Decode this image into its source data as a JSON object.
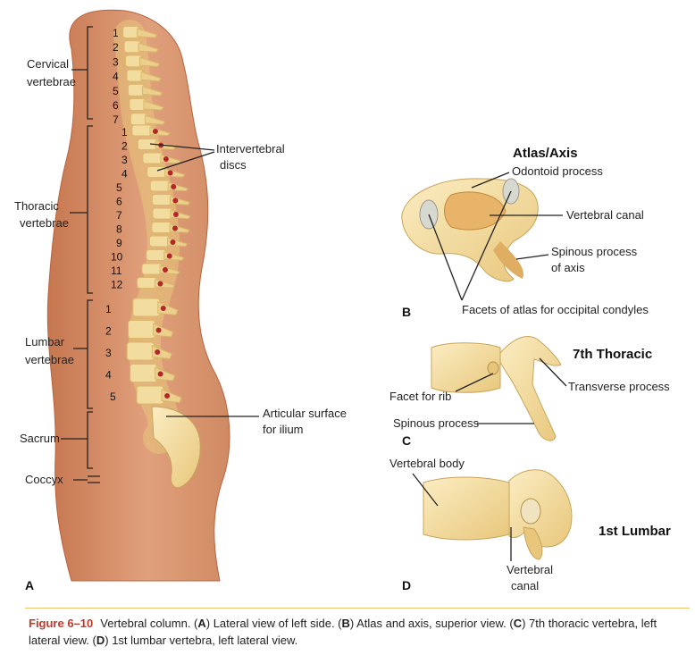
{
  "panel_a": {
    "letter": "A",
    "region_labels": {
      "cervical": [
        "Cervical",
        "vertebrae"
      ],
      "thoracic": [
        "Thoracic",
        "vertebrae"
      ],
      "lumbar": [
        "Lumbar",
        "vertebrae"
      ],
      "sacrum": "Sacrum",
      "coccyx": "Coccyx"
    },
    "cervical_numbers": [
      "1",
      "2",
      "3",
      "4",
      "5",
      "6",
      "7"
    ],
    "thoracic_numbers": [
      "1",
      "2",
      "3",
      "4",
      "5",
      "6",
      "7",
      "8",
      "9",
      "10",
      "11",
      "12"
    ],
    "lumbar_numbers": [
      "1",
      "2",
      "3",
      "4",
      "5"
    ],
    "intervertebral_label": [
      "Intervertebral",
      "discs"
    ],
    "articular_label": [
      "Articular surface",
      "for ilium"
    ]
  },
  "panel_b": {
    "letter": "B",
    "title": "Atlas/Axis",
    "labels": {
      "odontoid": "Odontoid process",
      "vertebral_canal": "Vertebral canal",
      "spinous": [
        "Spinous process",
        "of axis"
      ],
      "facets": "Facets of atlas for occipital condyles"
    }
  },
  "panel_c": {
    "letter": "C",
    "title": "7th Thoracic",
    "labels": {
      "facet_rib": "Facet for rib",
      "transverse": "Transverse process",
      "spinous": "Spinous process"
    }
  },
  "panel_d": {
    "letter": "D",
    "title": "1st Lumbar",
    "labels": {
      "body": "Vertebral body",
      "canal": [
        "Vertebral",
        "canal"
      ]
    }
  },
  "caption": {
    "figure": "Figure 6–10",
    "t1": "Vertebral column. (",
    "a": "A",
    "t2": ") Lateral view of left side. (",
    "b": "B",
    "t3": ") Atlas and axis, superior view. (",
    "c": "C",
    "t4": ") 7th thoracic vertebra, left lateral view. (",
    "d": "D",
    "t5": ") 1st lumbar vertebra, left lateral view."
  },
  "colors": {
    "skin": "#d9906a",
    "skin_dark": "#b8633f",
    "bone": "#f3dca0",
    "bone_dark": "#d9b96a",
    "disc": "#e9e4d6",
    "red": "#b5262b",
    "accent": "#c0392b"
  }
}
